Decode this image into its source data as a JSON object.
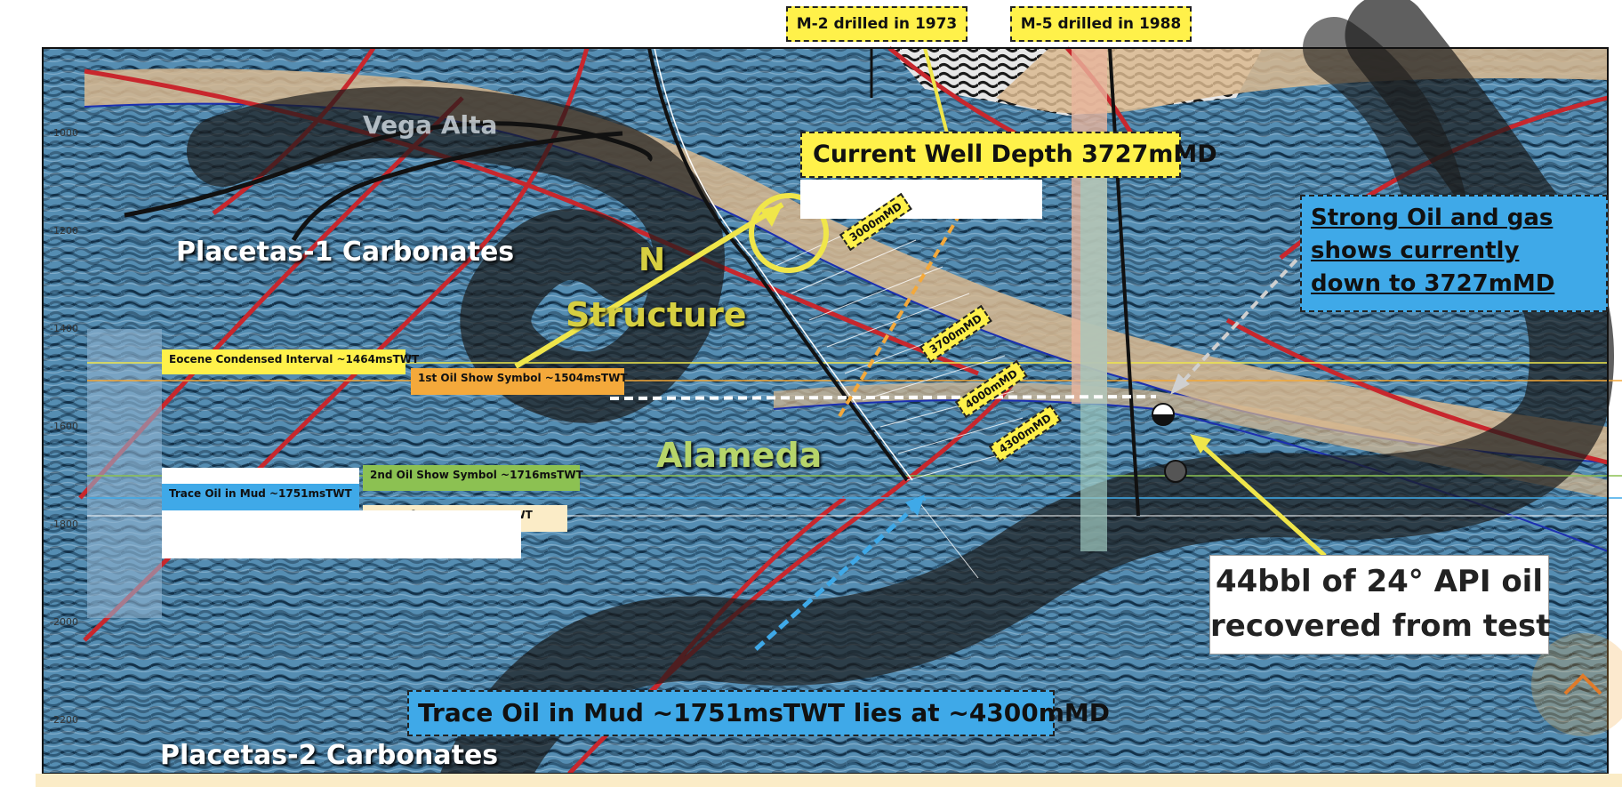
{
  "labels": {
    "well_m2": "M-2 drilled in 1973",
    "well_m5": "M-5 drilled in 1988",
    "current_depth": "Current Well Depth 3727mMD",
    "strong_shows": "Strong Oil and gas shows currently down to 3727mMD",
    "placetas1": "Placetas-1 Carbonates",
    "vega_alta": "Vega Alta",
    "n_structure_1": "N",
    "n_structure_2": "Structure",
    "alameda": "Alameda",
    "eocene": "Eocene Condensed Interval ~1464msTWT",
    "first_show": "1st Oil Show Symbol ~1504msTWT",
    "second_show": "2nd  Oil Show Symbol ~1716msTWT",
    "trace_oil": "Trace Oil in Mud ~1751msTWT",
    "base_logs": "Base of Logs ~1792msTWT",
    "test_result_1": "44bbl of 24° API oil",
    "test_result_2": "recovered from test",
    "trace_oil_bottom": "Trace Oil in Mud ~1751msTWT lies at ~4300mMD",
    "placetas2": "Placetas-2 Carbonates"
  },
  "md_markers": [
    "3000mMD",
    "3700mMD",
    "4000mMD",
    "4300mMD"
  ],
  "depth_ticks": [
    "-1000",
    "-1200",
    "-1400",
    "-1600",
    "-1800",
    "-2000",
    "-2200"
  ],
  "colors": {
    "seismic_blue": "#3e7aa3",
    "fault_red": "#c8272d",
    "highlight_yellow": "#fff14a",
    "callout_blue": "#3fa9e8",
    "show_orange": "#f4a93b",
    "show_green": "#8cc152",
    "base_tan": "#fbecc7"
  }
}
